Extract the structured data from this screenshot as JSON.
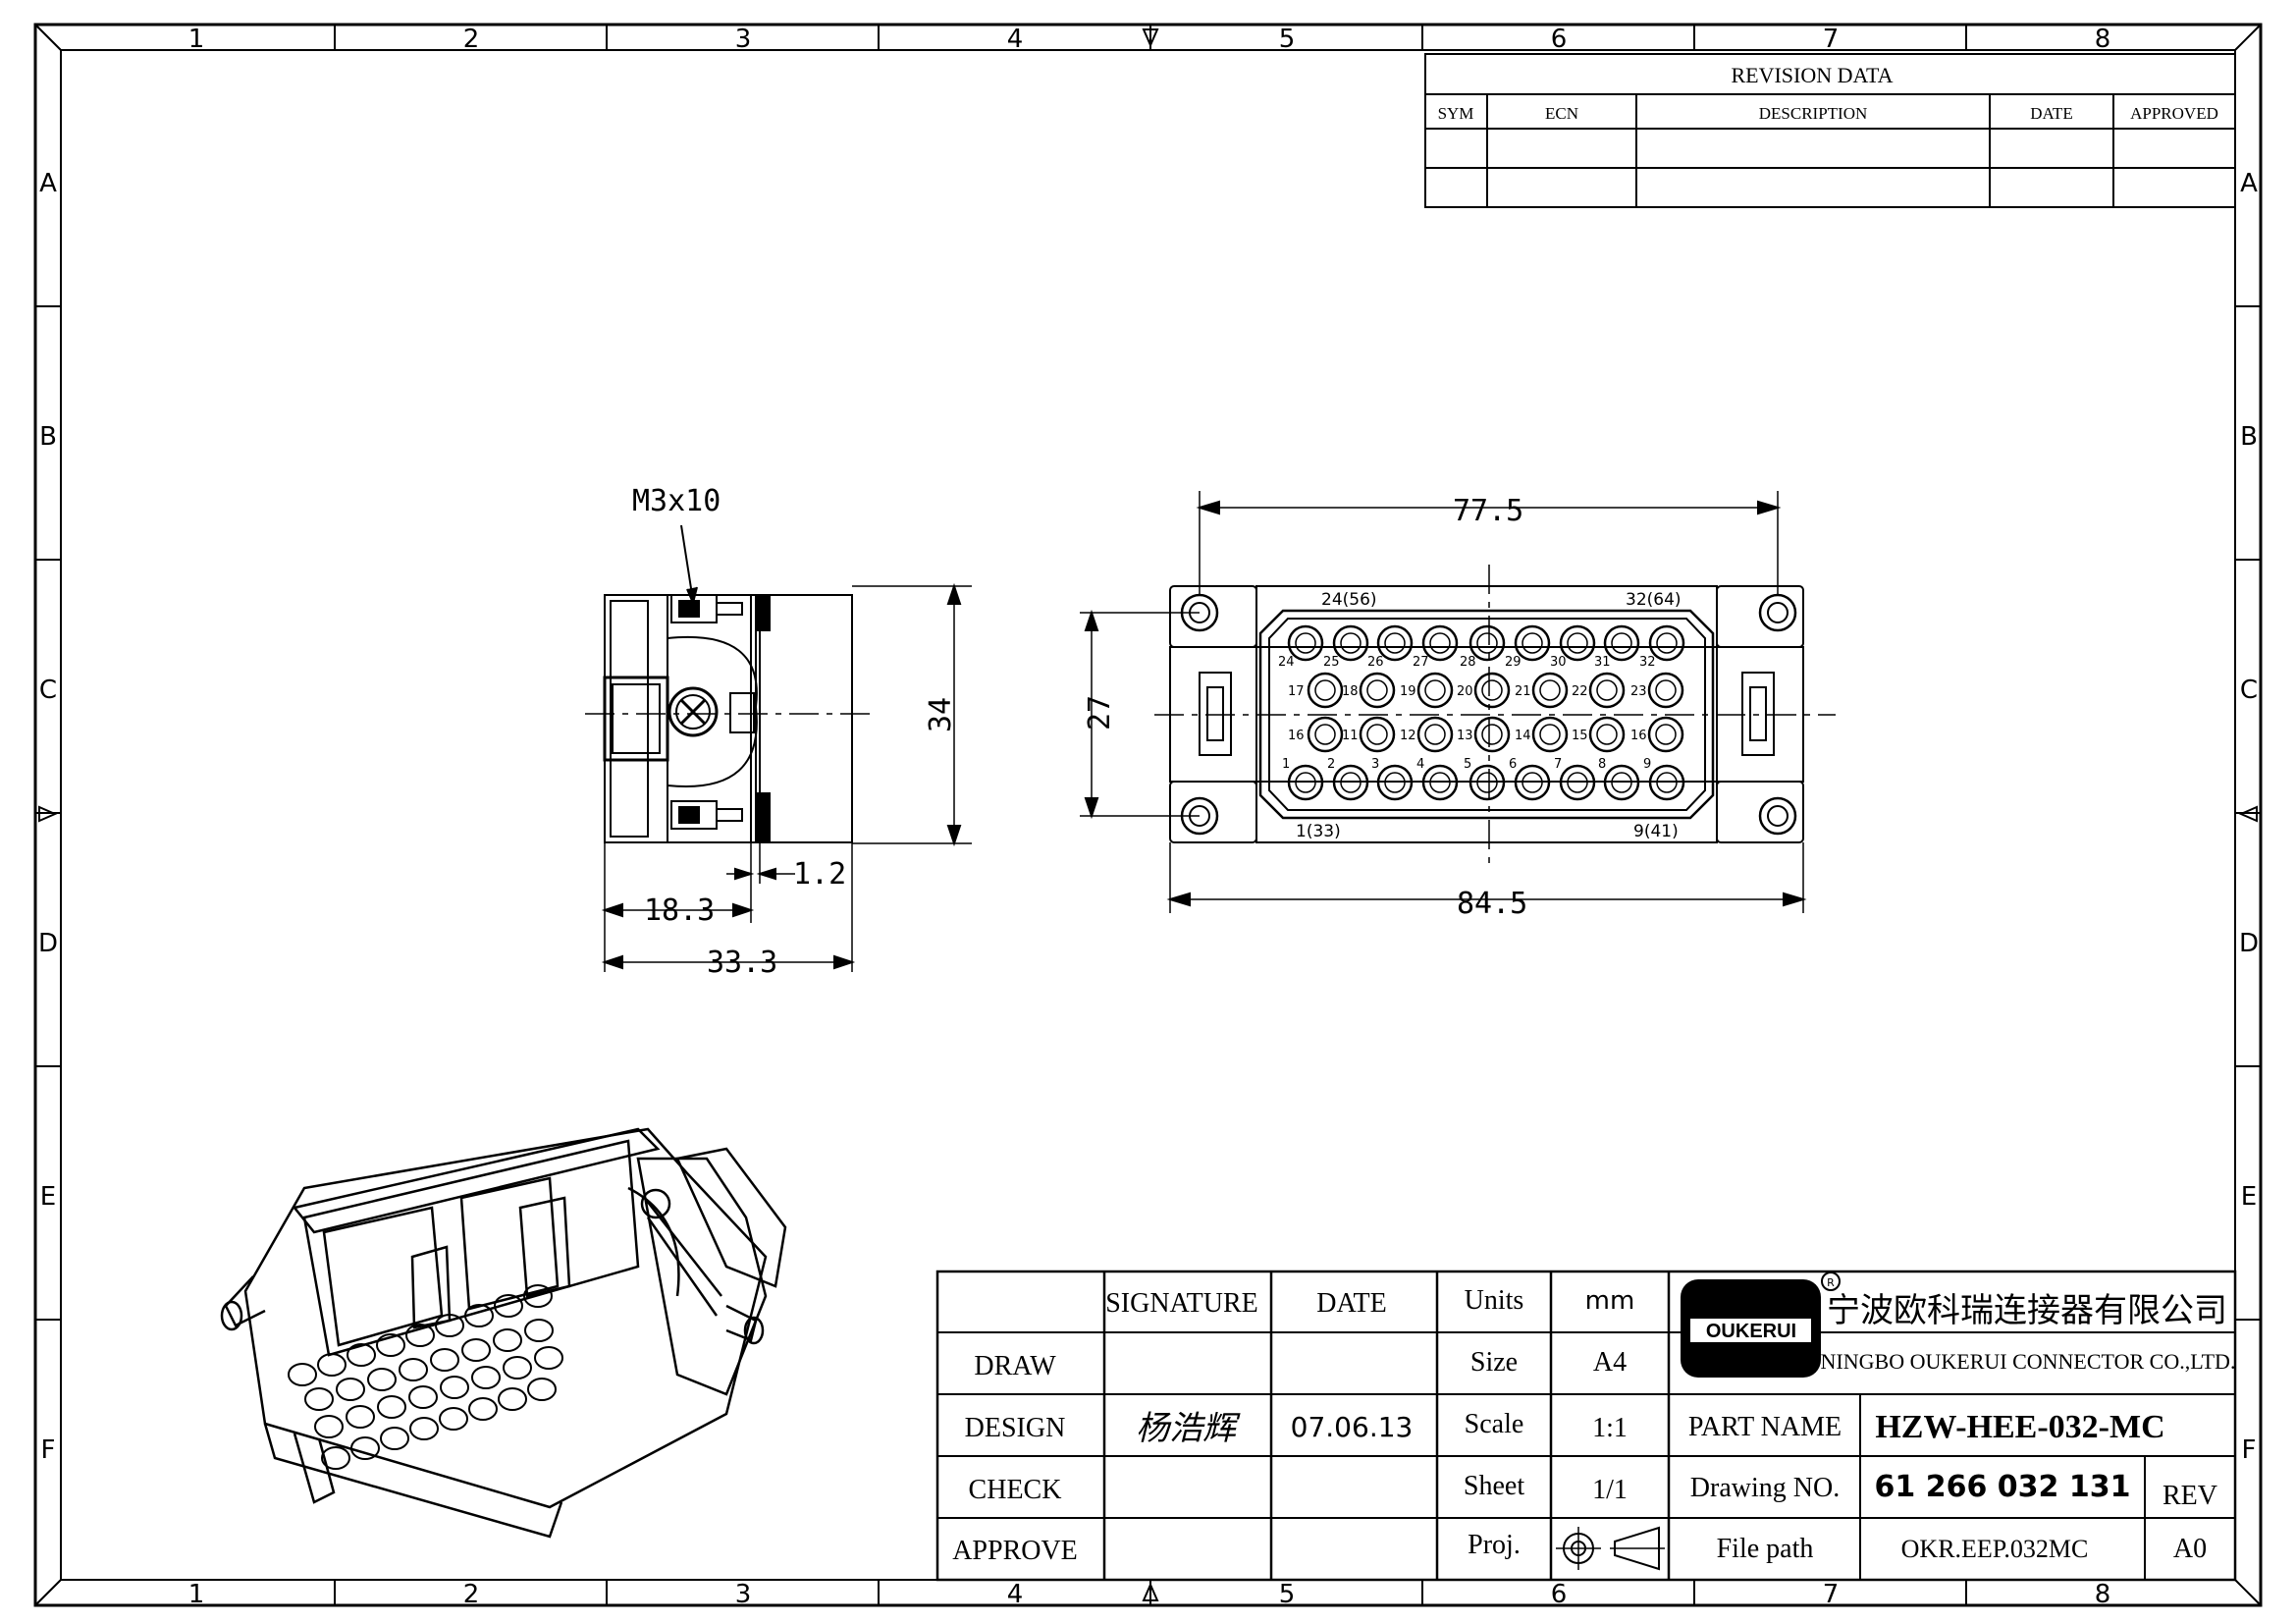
{
  "frame": {
    "col_labels": [
      "1",
      "2",
      "3",
      "4",
      "5",
      "6",
      "7",
      "8"
    ],
    "row_labels": [
      "A",
      "B",
      "C",
      "D",
      "E",
      "F"
    ]
  },
  "revision": {
    "title": "REVISION   DATA",
    "headers": [
      "SYM",
      "ECN",
      "DESCRIPTION",
      "DATE",
      "APPROVED"
    ]
  },
  "side_view": {
    "screw_label": "M3x10",
    "dims": {
      "height": "34",
      "gap": "1.2",
      "depth": "18.3",
      "length": "33.3"
    }
  },
  "front_view": {
    "dims": {
      "top": "77.5",
      "left": "27",
      "bottom": "84.5"
    },
    "corner_labels": {
      "top_left": "24(56)",
      "top_right": "32(64)",
      "bottom_left": "1(33)",
      "bottom_right": "9(41)"
    },
    "row1_numbers": [
      "24",
      "25",
      "26",
      "27",
      "28",
      "29",
      "30",
      "31",
      "32"
    ],
    "row2_numbers": [
      "17",
      "18",
      "19",
      "20",
      "21",
      "22",
      "23"
    ],
    "row3_numbers": [
      "16",
      "11",
      "12",
      "13",
      "14",
      "15",
      "16"
    ],
    "row4_numbers": [
      "1",
      "2",
      "3",
      "4",
      "5",
      "6",
      "7",
      "8",
      "9"
    ]
  },
  "title_block": {
    "header_signature": "SIGNATURE",
    "header_date": "DATE",
    "rows": [
      "DRAW",
      "DESIGN",
      "CHECK",
      "APPROVE"
    ],
    "design_signature": "杨浩辉",
    "design_date": "07.06.13",
    "units_label": "Units",
    "units_value": "mm",
    "size_label": "Size",
    "size_value": "A4",
    "scale_label": "Scale",
    "scale_value": "1:1",
    "sheet_label": "Sheet",
    "sheet_value": "1/1",
    "proj_label": "Proj.",
    "logo_text": "OUKERUI",
    "company_cn": "宁波欧科瑞连接器有限公司",
    "company_en": "NINGBO OUKERUI CONNECTOR CO.,LTD.",
    "part_name_label": "PART NAME",
    "part_name_value": "HZW-HEE-032-MC",
    "drawing_no_label": "Drawing NO.",
    "drawing_no_value": "61 266 032 131",
    "rev_label": "REV",
    "file_path_label": "File path",
    "file_path_value": "OKR.EEP.032MC",
    "rev_value": "A0"
  }
}
